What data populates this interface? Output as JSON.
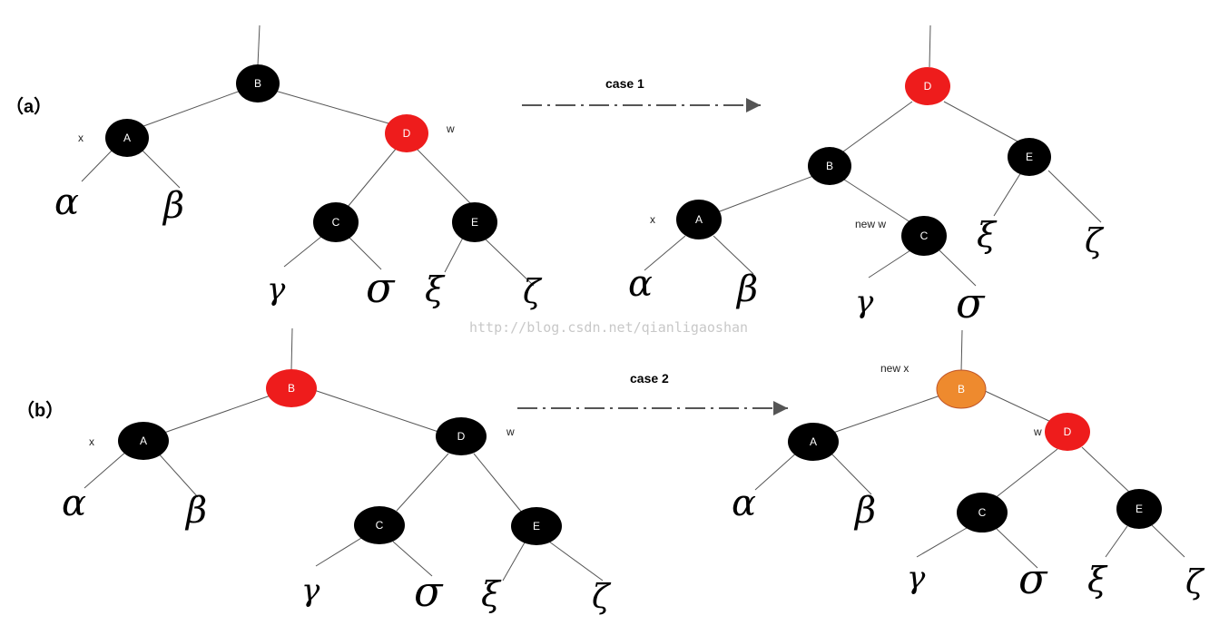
{
  "parts": {
    "a": "（a）",
    "b": "（b）"
  },
  "cases": {
    "case1": "case 1",
    "case2": "case 2"
  },
  "watermark": "http://blog.csdn.net/qianligaoshan",
  "colors": {
    "black": "#000000",
    "red": "#ee1c1c",
    "orange": "#ee8a2e",
    "edge": "#555555",
    "arrow": "#555555"
  },
  "nodes": {
    "a_before": {
      "B": "B",
      "A": "A",
      "D": "D",
      "C": "C",
      "E": "E"
    },
    "a_after": {
      "D": "D",
      "B": "B",
      "E": "E",
      "A": "A",
      "C": "C"
    },
    "b_before": {
      "B": "B",
      "A": "A",
      "D": "D",
      "C": "C",
      "E": "E"
    },
    "b_after": {
      "B": "B",
      "A": "A",
      "D": "D",
      "C": "C",
      "E": "E"
    }
  },
  "annotations": {
    "x": "x",
    "w": "w",
    "new_w": "new w",
    "new_x": "new x"
  },
  "greek": {
    "alpha": "α",
    "beta": "β",
    "gamma": "γ",
    "sigma": "σ",
    "xi": "ξ",
    "zeta": "ζ"
  }
}
